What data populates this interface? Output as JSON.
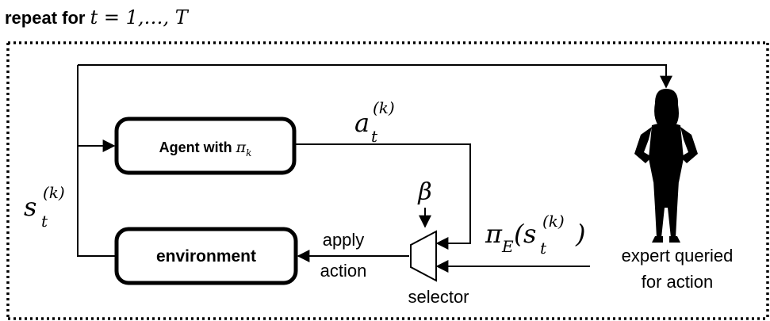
{
  "header": {
    "prefix": "repeat for ",
    "var": "t",
    "eq": " = 1,…, ",
    "end": "T"
  },
  "blocks": {
    "agent": {
      "label": "Agent with ",
      "pi": "π",
      "sub": "k"
    },
    "environment": {
      "label": "environment"
    }
  },
  "labels": {
    "apply": "apply",
    "action": "action",
    "selector": "selector",
    "expert_line1": "expert queried",
    "expert_line2": "for action",
    "beta": "β",
    "state_base": "s",
    "state_sub": "t",
    "state_sup": "(k)",
    "action_base": "a",
    "action_sub": "t",
    "action_sup": "(k)",
    "expert_pi": "π",
    "expert_pi_sub": "E",
    "expert_open": "(",
    "expert_s": "s",
    "expert_s_sub": "t",
    "expert_s_sup": "(k)",
    "expert_close": ")"
  },
  "icons": {
    "expert": "person-silhouette-icon",
    "selector": "selector-switch-icon"
  }
}
